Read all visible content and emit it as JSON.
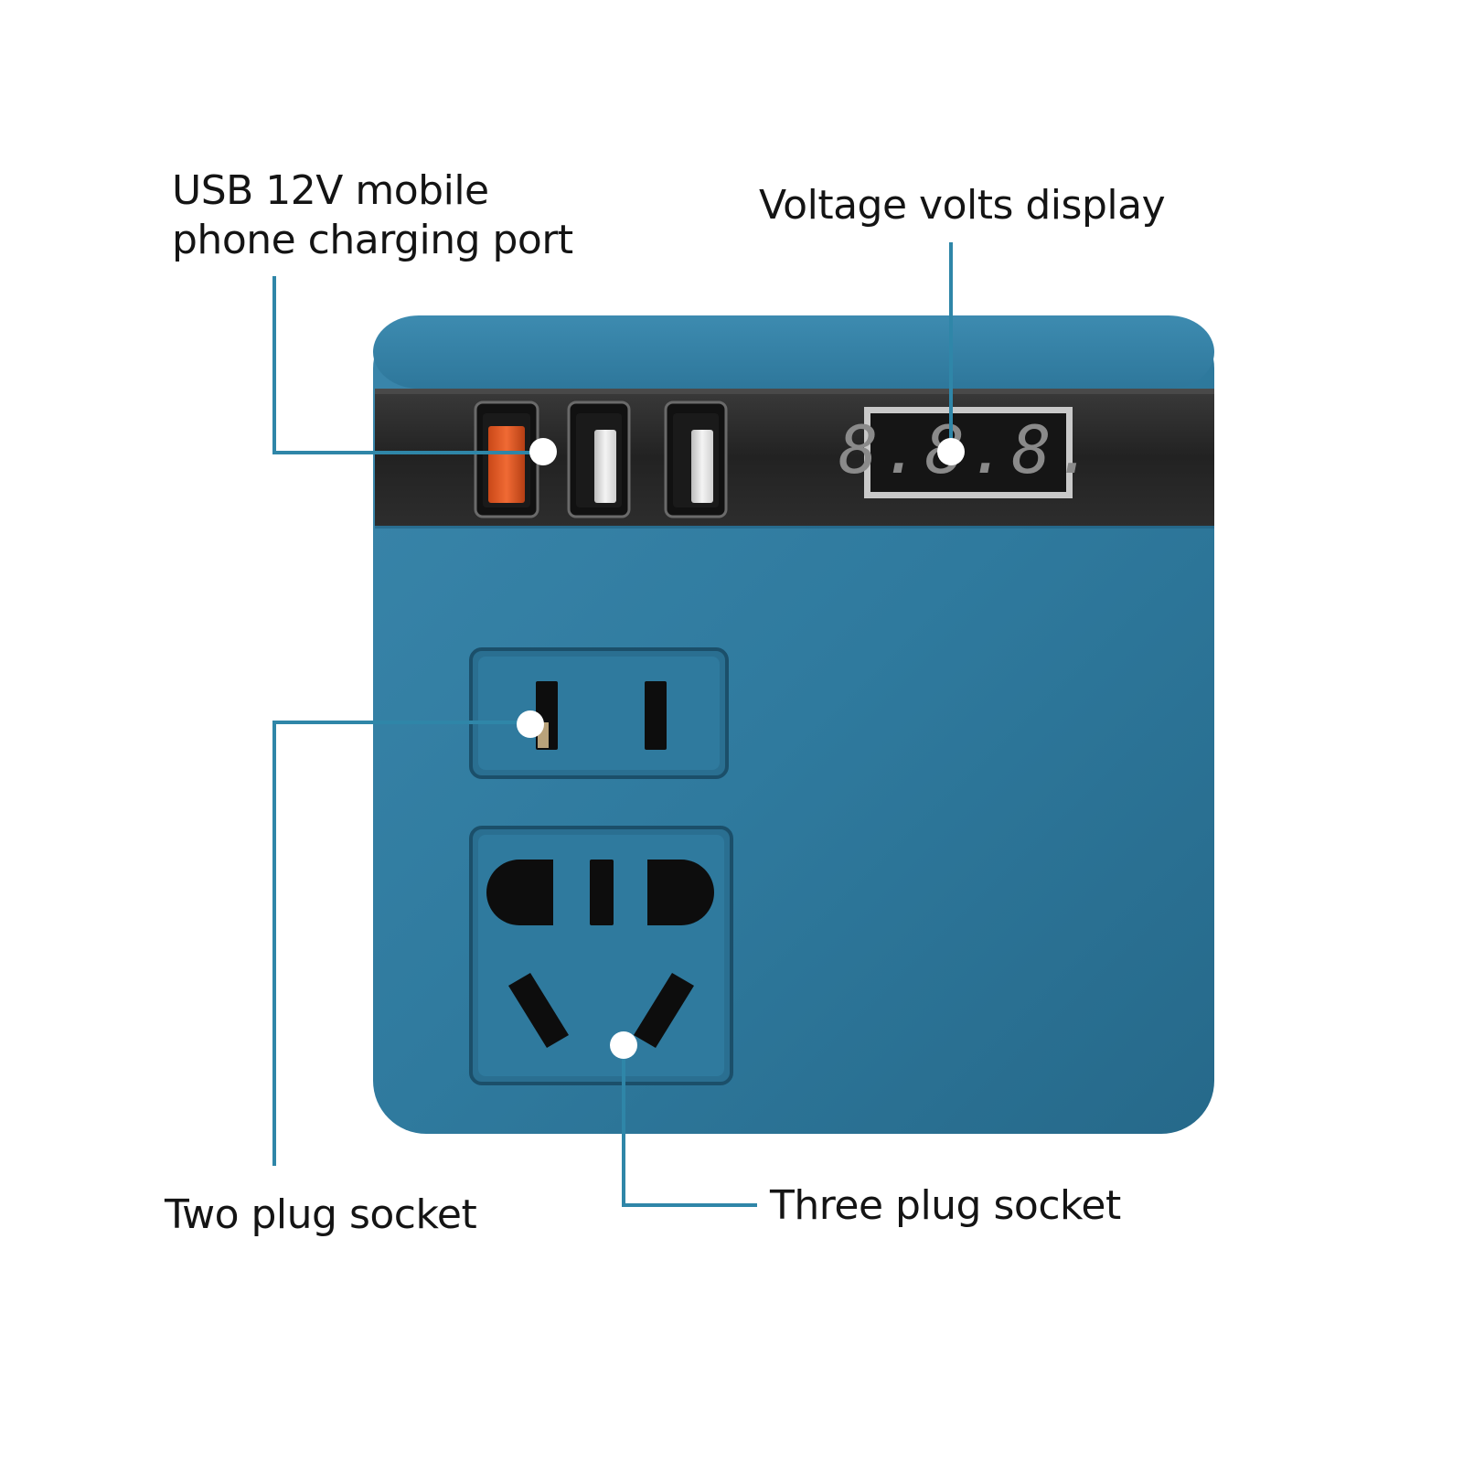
{
  "callouts": {
    "usb_port": {
      "line1": "USB 12V mobile",
      "line2": "phone charging port"
    },
    "voltage_display": {
      "text": "Voltage volts display"
    },
    "two_plug_socket": {
      "text": "Two plug socket"
    },
    "three_plug_socket": {
      "text": "Three plug socket"
    }
  },
  "display": {
    "digits": "8.8.8."
  },
  "colors": {
    "device_body": "#2f7a9e",
    "control_strip": "#262626",
    "callout_line": "#2f86a8",
    "usb_quick_charge": "#e8572a",
    "usb_standard": "#e6e6e6",
    "display_digits": "#8a8a8a"
  },
  "usb_ports": [
    {
      "type": "quick-charge"
    },
    {
      "type": "standard"
    },
    {
      "type": "standard"
    }
  ]
}
